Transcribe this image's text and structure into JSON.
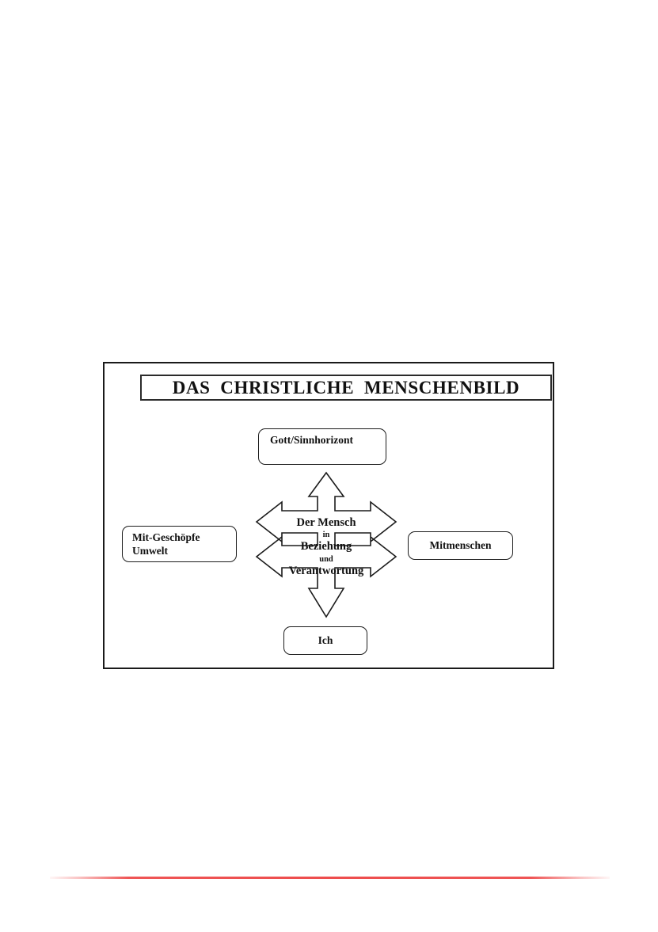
{
  "page": {
    "background_color": "#ffffff",
    "footer_rule_color": "#ee4d4d"
  },
  "diagram": {
    "title": "DAS  CHRISTLICHE  MENSCHENBILD",
    "frame_border_color": "#1a1a1a",
    "center": {
      "lines": [
        {
          "text": "Der Mensch",
          "emphasis": "big"
        },
        {
          "text": "in",
          "emphasis": "small"
        },
        {
          "text": "Beziehung",
          "emphasis": "big"
        },
        {
          "text": "und",
          "emphasis": "small"
        },
        {
          "text": "Verantwortung",
          "emphasis": "big"
        }
      ]
    },
    "nodes": {
      "top": {
        "label": "Gott/Sinnhorizont"
      },
      "left": {
        "label_line1": "Mit-Geschöpfe",
        "label_line2": "Umwelt"
      },
      "right": {
        "label": "Mitmenschen"
      },
      "bottom": {
        "label": "Ich"
      }
    },
    "arrows": [
      {
        "direction": "up",
        "from": "center",
        "to": "top"
      },
      {
        "direction": "left",
        "from": "center",
        "to": "left"
      },
      {
        "direction": "right",
        "from": "center",
        "to": "right"
      },
      {
        "direction": "down",
        "from": "center",
        "to": "bottom"
      }
    ]
  }
}
